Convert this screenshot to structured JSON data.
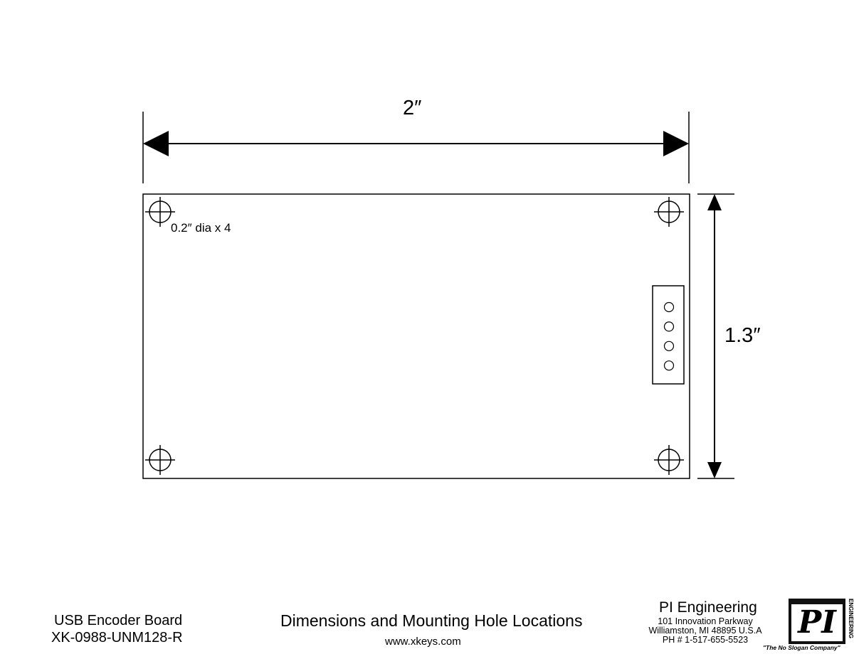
{
  "drawing": {
    "width_label": "2″",
    "height_label": "1.3″",
    "hole_note": "0.2″ dia x 4",
    "connector_pin_count": 4
  },
  "footer": {
    "product_name": "USB Encoder Board",
    "part_number": "XK-0988-UNM128-R",
    "sheet_title": "Dimensions and Mounting Hole Locations",
    "website": "www.xkeys.com",
    "company": "PI Engineering",
    "address_line1": "101 Innovation Parkway",
    "address_line2": "Williamston, MI 48895 U.S.A",
    "phone": "PH # 1-517-655-5523",
    "logo_text": "PI",
    "logo_side_text": "ENGINEERING",
    "logo_slogan": "\"The No Slogan Company\""
  }
}
